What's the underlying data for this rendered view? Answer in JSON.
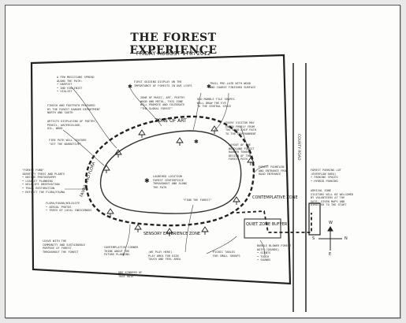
{
  "header": {
    "title": "THE FOREST EXPERIENCE",
    "subtitle": "FRIDAY AUGUST 17th 2012"
  },
  "zones": {
    "art": "ZONE OF ART",
    "sensory": "SENSORY EXPERIENCE ZONE",
    "contemplative": "CONTEMPLATIVE ZONE",
    "quiet": "QUIET ZONE BUFFER",
    "fauna": "FAUNA AND FLORA"
  },
  "road": {
    "label": "COUNTY ROAD"
  },
  "compass": {
    "n": "N",
    "s": "S",
    "e": "E",
    "w": "W"
  },
  "notes": [
    {
      "id": "n1",
      "text": "A FEW MUSICIANS SPREAD\nALONG THE PATH:\n• HARPIST\n• 2ND VIOLINIST\n• VIOLIST"
    },
    {
      "id": "n2",
      "text": "FIRST GUIDING DISPLAY ON THE\nIMPORTANCE OF FORESTS IN OUR LIVES"
    },
    {
      "id": "n3",
      "text": "TRAIL PRE-LAID WITH WOOD\nAND COARSE FINISHED SURFACE"
    },
    {
      "id": "n4",
      "text": "FINISH AND FOOTPATH PREPARED\nBY THE FOREST RANGER DEPARTMENT\nNORTH AND SOUTH"
    },
    {
      "id": "n5",
      "text": "ZONE OF MUSIC, ART, POETRY\nWOOD AND METAL, THIS ZONE\nWILL PROMOTE AND CELEBRATE\n\"THE GLOBAL FOREST\""
    },
    {
      "id": "n6",
      "text": "OLD MARBLE TILE SHAPES\nWILL DRAW THE EYE\nTO THE CENTRAL SPACE"
    },
    {
      "id": "n7",
      "text": "ARTISTS DISPLAYING OF POETRY,\nPENCIL, WATERCOLOUR,\nOIL, WOOD"
    },
    {
      "id": "n8",
      "text": "EVERY VISITOR MAY\nENTER FREELY FROM\nTHE WOOD-CHIP PATH\nTO THE ENVIRONMENT"
    },
    {
      "id": "n9",
      "text": "FIRE PATH WILL FEATURE\n\"SET THE NARRATIVE\""
    },
    {
      "id": "n10",
      "text": "LAYOUT OF THE\nWOODLAND FOREST\nRANGER TOWER\nDESIGN OF THE\nFOREST PATH"
    },
    {
      "id": "n11",
      "text": "\"FOREST FUND\"\nIDENTIFY TREES AND PLANTS\n• NATURE PHOTOGRAPHY\n• LEAFLET PLANNING\n• WILDLIFE OBSERVATION\n• TRAIL RESTORATION\n• REFLECT THE FLORA/FAUNA"
    },
    {
      "id": "n12",
      "text": "LAUNCHED LOCATION\nFOREST CENTERPIECE\nTHROUGHOUT AND ALONG\nTHE PATH"
    },
    {
      "id": "n13",
      "text": "FOREST FOUNTAIN\nAND ENTRANCE FROM\nROAD ENTRANCE"
    },
    {
      "id": "n14",
      "text": "FOREST PARKING LOT\n(OVERFLOW AREA)\n• PARKING SPACES\n• HYBRID PARKING"
    },
    {
      "id": "n15",
      "text": "ARRIVAL ZONE\nVISITORS WILL BE WELCOMED\nBY VOLUNTEERS AT THE\nGATE, GIVEN MAPS AND\nDIRECTED TO THE START"
    },
    {
      "id": "n16",
      "text": "FLORA/FAUNA/WILDLIFE\n• AERIAL PHOTOS\n• TREES OF LOCAL INDIGENOUS"
    },
    {
      "id": "n17",
      "text": "\"FIND THE FOREST\""
    },
    {
      "id": "n18",
      "text": "LEAVE WITH THE\nCOMMUNITY AND SUSTAINABLE\nPURPOSE OF FOREST\nTHROUGHOUT THE FOREST"
    },
    {
      "id": "n19",
      "text": "CONTEMPLATIVE CORNER\nTHINK ABOUT THE\nFUTURE PLANNING"
    },
    {
      "id": "n20",
      "text": "(WE PLAY HERE)\nPLAY AREA FOR KIDS\nTOUCH AND FEEL AREA"
    },
    {
      "id": "n21",
      "text": "PICNIC TABLES\nFOR SMALL GROUPS"
    },
    {
      "id": "n22",
      "text": "BUBBLE BLOWER FOREST\nBATH (SOUNDS)\n• SCENTS\n• TOUCH\n• SOUNDS"
    },
    {
      "id": "n23",
      "text": "ONE KINDRED OF\nTREE HAIR"
    }
  ]
}
